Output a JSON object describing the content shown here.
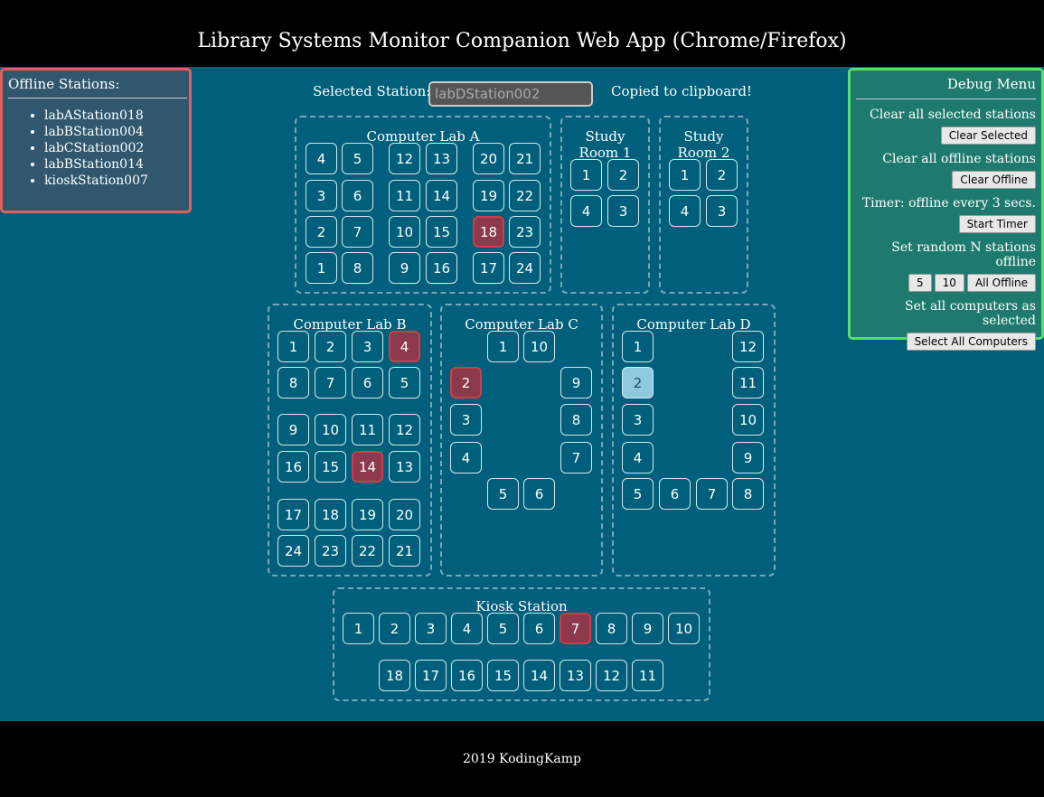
{
  "header": {
    "title": "Library Systems Monitor Companion Web App (Chrome/Firefox)"
  },
  "footer": {
    "text": "2019 KodingKamp"
  },
  "offline": {
    "title": "Offline Stations:",
    "items": [
      "labAStation018",
      "labBStation004",
      "labCStation002",
      "labBStation014",
      "kioskStation007"
    ]
  },
  "selected": {
    "label": "Selected Station:",
    "value": "labDStation002",
    "copied": "Copied to clipboard!"
  },
  "debug": {
    "title": "Debug Menu",
    "clear_selected_text": "Clear all selected stations",
    "clear_selected_btn": "Clear Selected",
    "clear_offline_text": "Clear all offline stations",
    "clear_offline_btn": "Clear Offline",
    "timer_text": "Timer: offline every 3 secs.",
    "timer_btn": "Start Timer",
    "random_text": "Set random N stations offline",
    "random_btn_5": "5",
    "random_btn_10": "10",
    "all_offline_btn": "All Offline",
    "select_all_text": "Set all computers as selected",
    "select_all_btn": "Select All Computers"
  },
  "rooms": {
    "labA": {
      "title": "Computer Lab A",
      "stations": [
        "4",
        "5",
        "12",
        "13",
        "20",
        "21",
        "3",
        "6",
        "11",
        "14",
        "19",
        "22",
        "2",
        "7",
        "10",
        "15",
        "18",
        "23",
        "1",
        "8",
        "9",
        "16",
        "17",
        "24"
      ]
    },
    "study1": {
      "title_1": "Study",
      "title_2": "Room 1",
      "stations": [
        "1",
        "2",
        "4",
        "3"
      ]
    },
    "study2": {
      "title_1": "Study",
      "title_2": "Room 2",
      "stations": [
        "1",
        "2",
        "4",
        "3"
      ]
    },
    "labB": {
      "title": "Computer Lab B",
      "stations": [
        "1",
        "2",
        "3",
        "4",
        "8",
        "7",
        "6",
        "5",
        "9",
        "10",
        "11",
        "12",
        "16",
        "15",
        "14",
        "13",
        "17",
        "18",
        "19",
        "20",
        "24",
        "23",
        "22",
        "21"
      ]
    },
    "labC": {
      "title": "Computer Lab C",
      "stations": [
        "1",
        "10",
        "2",
        "9",
        "3",
        "8",
        "4",
        "7",
        "5",
        "6"
      ]
    },
    "labD": {
      "title": "Computer Lab D",
      "stations": [
        "1",
        "12",
        "2",
        "11",
        "3",
        "10",
        "4",
        "9",
        "5",
        "6",
        "7",
        "8"
      ]
    },
    "kiosk": {
      "title": "Kiosk Station",
      "stations": [
        "1",
        "2",
        "3",
        "4",
        "5",
        "6",
        "7",
        "8",
        "9",
        "10",
        "18",
        "17",
        "16",
        "15",
        "14",
        "13",
        "12",
        "11"
      ]
    }
  },
  "status": {
    "offline_color": "#8c3a4b",
    "selected_color": "#8fc9e0",
    "offline": [
      "labA.18",
      "labB.4",
      "labB.14",
      "labC.2",
      "kiosk.7"
    ],
    "selected": [
      "labD.2"
    ]
  }
}
